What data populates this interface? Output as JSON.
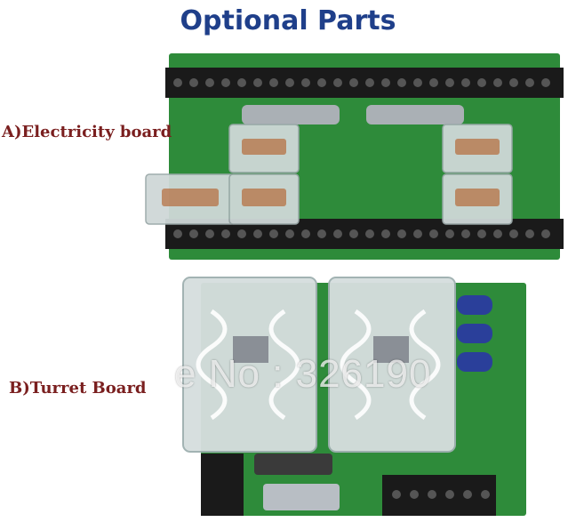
{
  "title": "Optional Parts",
  "labels": {
    "board_a": "A)Electricity board",
    "board_b": "B)Turret Board"
  },
  "watermark": "e No : 326190",
  "colors": {
    "title": "#1f3f8a",
    "label": "#7a1f1f",
    "pcb": "#2e8b3a",
    "terminal": "#1a1a1a",
    "relay": "#cfd8d8"
  }
}
